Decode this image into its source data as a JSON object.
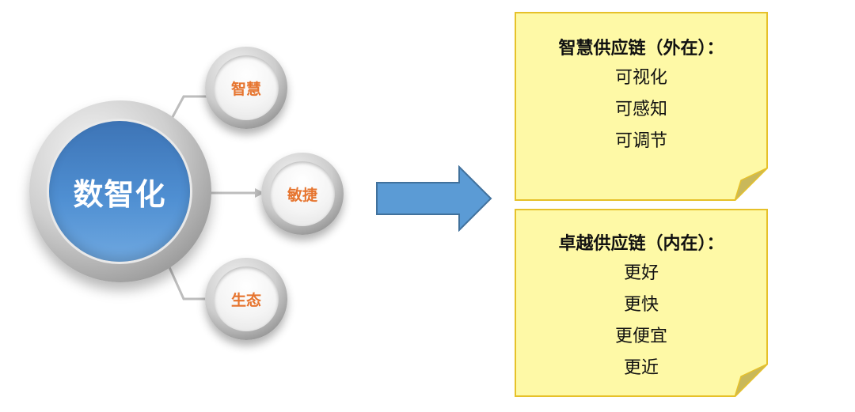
{
  "hub": {
    "label": "数智化",
    "color": "#4a86c8"
  },
  "attributes": [
    {
      "label": "智慧"
    },
    {
      "label": "敏捷"
    },
    {
      "label": "生态"
    }
  ],
  "accent_color": "#e6742e",
  "arrow_color": "#5b9bd5",
  "notes": [
    {
      "title": "智慧供应链（外在）：",
      "items": [
        "可视化",
        "可感知",
        "可调节"
      ]
    },
    {
      "title": "卓越供应链（内在）：",
      "items": [
        "更好",
        "更快",
        "更便宜",
        "更近"
      ]
    }
  ],
  "note_color": "#fef9a6",
  "note_border_color": "#e6c12a"
}
